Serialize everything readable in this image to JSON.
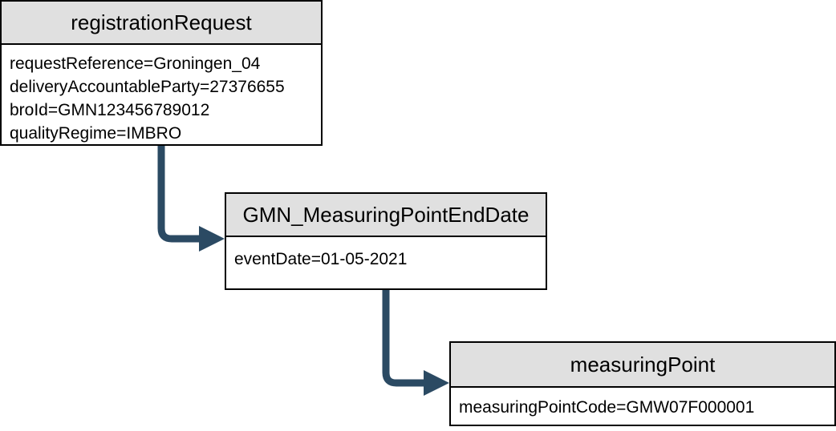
{
  "colors": {
    "connector": "#2b4a63",
    "header_fill": "#e0e0e0",
    "border": "#000000"
  },
  "nodes": {
    "registration_request": {
      "title": "registrationRequest",
      "attributes": [
        "requestReference=Groningen_04",
        "deliveryAccountableParty=27376655",
        "broId=GMN123456789012",
        "qualityRegime=IMBRO"
      ]
    },
    "measuring_point_end_date": {
      "title": "GMN_MeasuringPointEndDate",
      "attributes": [
        "eventDate=01-05-2021"
      ]
    },
    "measuring_point": {
      "title": "measuringPoint",
      "attributes": [
        "measuringPointCode=GMW07F000001"
      ]
    }
  },
  "connectors": [
    {
      "from": "registration_request",
      "to": "measuring_point_end_date"
    },
    {
      "from": "measuring_point_end_date",
      "to": "measuring_point"
    }
  ]
}
